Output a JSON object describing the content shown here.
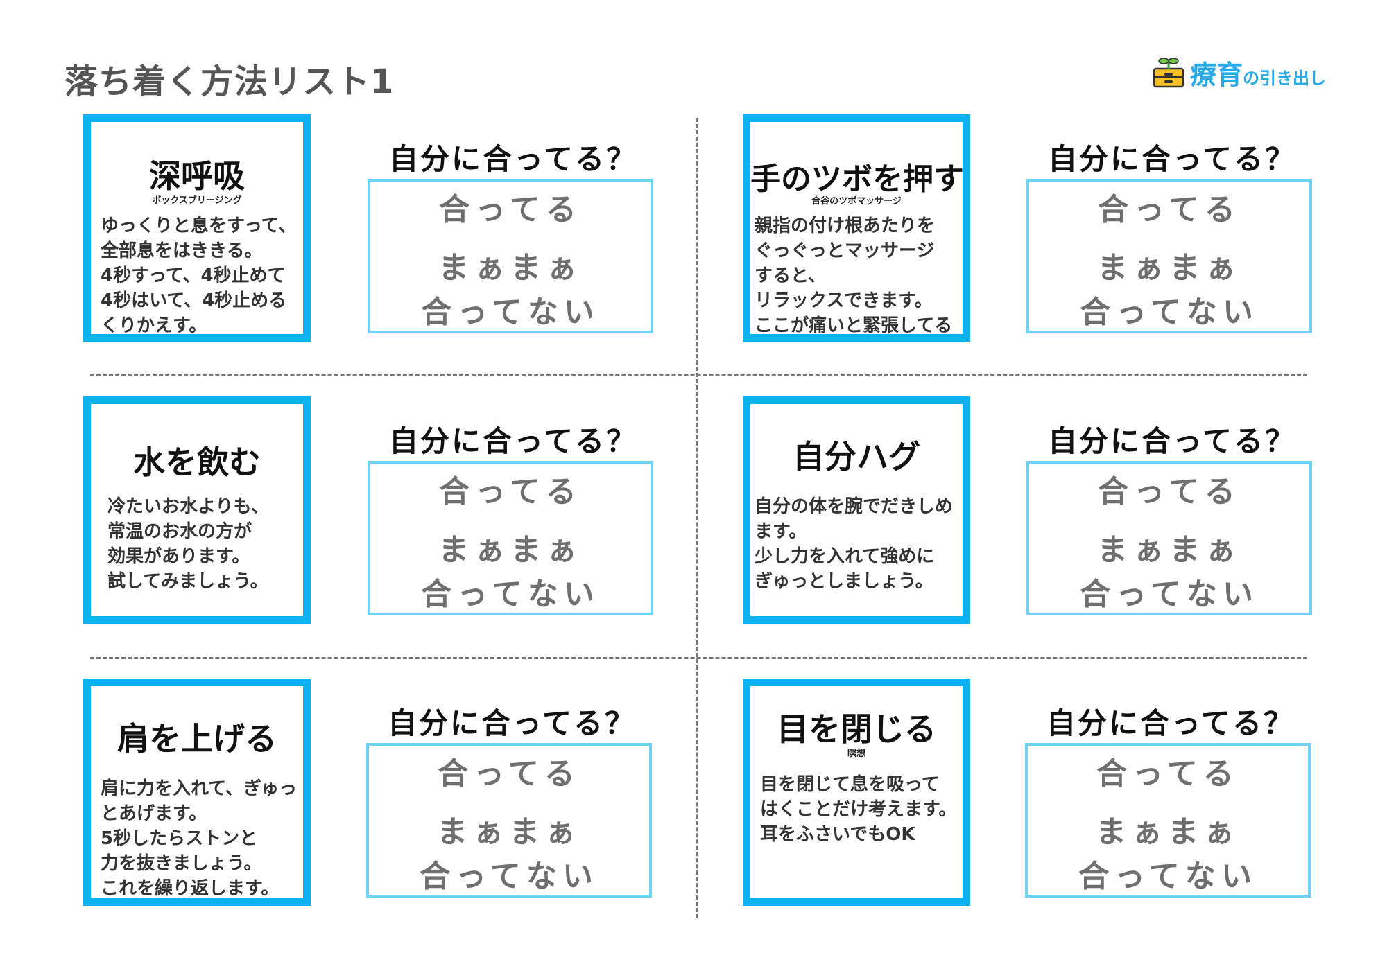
{
  "page": {
    "title": "落ち着く方法リスト1",
    "logo_main": "療育",
    "logo_sub": "の引き出し"
  },
  "question": {
    "label": "自分に合ってる？",
    "options": [
      "合ってる",
      "まぁまぁ",
      "合ってない"
    ]
  },
  "cards": [
    {
      "title": "深呼吸",
      "subtitle": "ボックスブリージング",
      "lines": [
        "ゆっくりと息をすって、",
        "全部息をはききる。",
        "4秒すって、4秒止めて",
        "4秒はいて、4秒止める",
        "くりかえす。"
      ]
    },
    {
      "title": "手のツボを押す",
      "subtitle": "合谷のツボマッサージ",
      "lines": [
        "親指の付け根あたりを",
        "ぐっぐっとマッサージ",
        "すると、",
        "リラックスできます。",
        "ここが痛いと緊張してる"
      ]
    },
    {
      "title": "水を飲む",
      "subtitle": "",
      "lines": [
        "冷たいお水よりも、",
        "常温のお水の方が",
        "効果があります。",
        "試してみましょう。"
      ]
    },
    {
      "title": "自分ハグ",
      "subtitle": "",
      "lines": [
        "自分の体を腕でだきしめ",
        "ます。",
        "少し力を入れて強めに",
        "ぎゅっとしましょう。"
      ]
    },
    {
      "title": "肩を上げる",
      "subtitle": "",
      "lines": [
        "肩に力を入れて、ぎゅっ",
        "とあげます。",
        "5秒したらストンと",
        "力を抜きましょう。",
        "これを繰り返します。"
      ]
    },
    {
      "title": "目を閉じる",
      "subtitle": "瞑想",
      "lines": [
        "目を閉じて息を吸って",
        "はくことだけ考えます。",
        "耳をふさいでもOK"
      ]
    }
  ],
  "colors": {
    "card_border": "#0db3ef",
    "answer_box_border": "#6fd3f5",
    "logo": "#29a9e6",
    "title": "#555555",
    "option_text": "#6f6f6f"
  }
}
